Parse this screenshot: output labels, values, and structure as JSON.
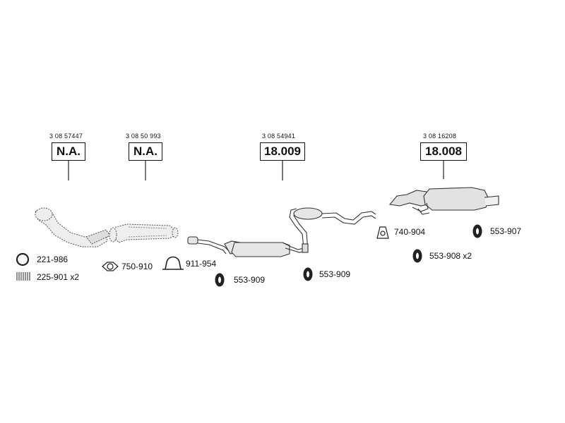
{
  "parts": [
    {
      "ref": "3 08 57447",
      "code": "N.A."
    },
    {
      "ref": "3 08 50 993",
      "code": "N.A."
    },
    {
      "ref": "3 08 54941",
      "code": "18.009"
    },
    {
      "ref": "3 08 16208",
      "code": "18.008"
    }
  ],
  "fittings": [
    {
      "label": "221-986",
      "icon": "ring-gasket-icon"
    },
    {
      "label": "225-901 x2",
      "icon": "spring-icon"
    },
    {
      "label": "750-910",
      "icon": "flange-gasket-icon"
    },
    {
      "label": "911-954",
      "icon": "clamp-icon"
    },
    {
      "label": "553-909",
      "icon": "rubber-mount-icon"
    },
    {
      "label": "553-909",
      "icon": "rubber-mount-icon"
    },
    {
      "label": "740-904",
      "icon": "bracket-gasket-icon"
    },
    {
      "label": "553-907",
      "icon": "rubber-mount-icon"
    },
    {
      "label": "553-908 x2",
      "icon": "rubber-mount-icon"
    }
  ]
}
